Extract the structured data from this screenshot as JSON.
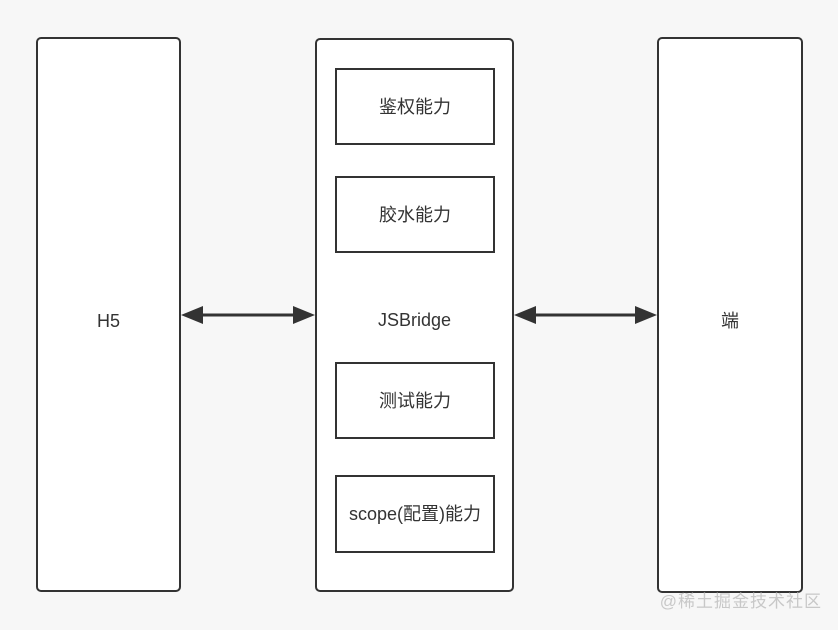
{
  "panels": {
    "h5": {
      "label": "H5"
    },
    "jsbridge": {
      "label": "JSBridge",
      "capabilities": [
        "鉴权能力",
        "胶水能力",
        "测试能力",
        "scope(配置)能力"
      ]
    },
    "native": {
      "label": "端"
    }
  },
  "connections": [
    {
      "from": "H5",
      "to": "JSBridge",
      "direction": "bidirectional"
    },
    {
      "from": "JSBridge",
      "to": "端",
      "direction": "bidirectional"
    }
  ],
  "watermark": "@稀土掘金技术社区"
}
